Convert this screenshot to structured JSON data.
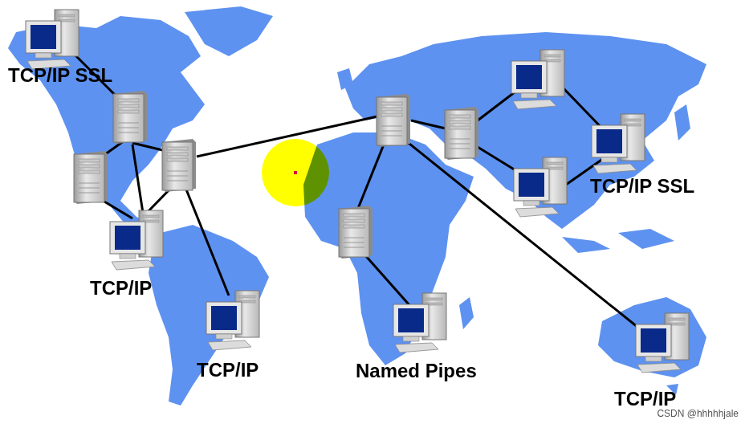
{
  "diagram": {
    "nodes": [
      {
        "text": [
          "TCP/IP SSL"
        ]
      },
      {
        "text": [
          "TCP/IP"
        ]
      },
      {
        "text": [
          "TCP/IP"
        ]
      },
      {
        "text": [
          "Named Pipes"
        ]
      },
      {
        "text": [
          "TCP/IP SSL"
        ]
      },
      {
        "text": [
          "TCP/IP"
        ]
      }
    ],
    "labels": [
      "CSDN @hhhhhjale"
    ]
  }
}
